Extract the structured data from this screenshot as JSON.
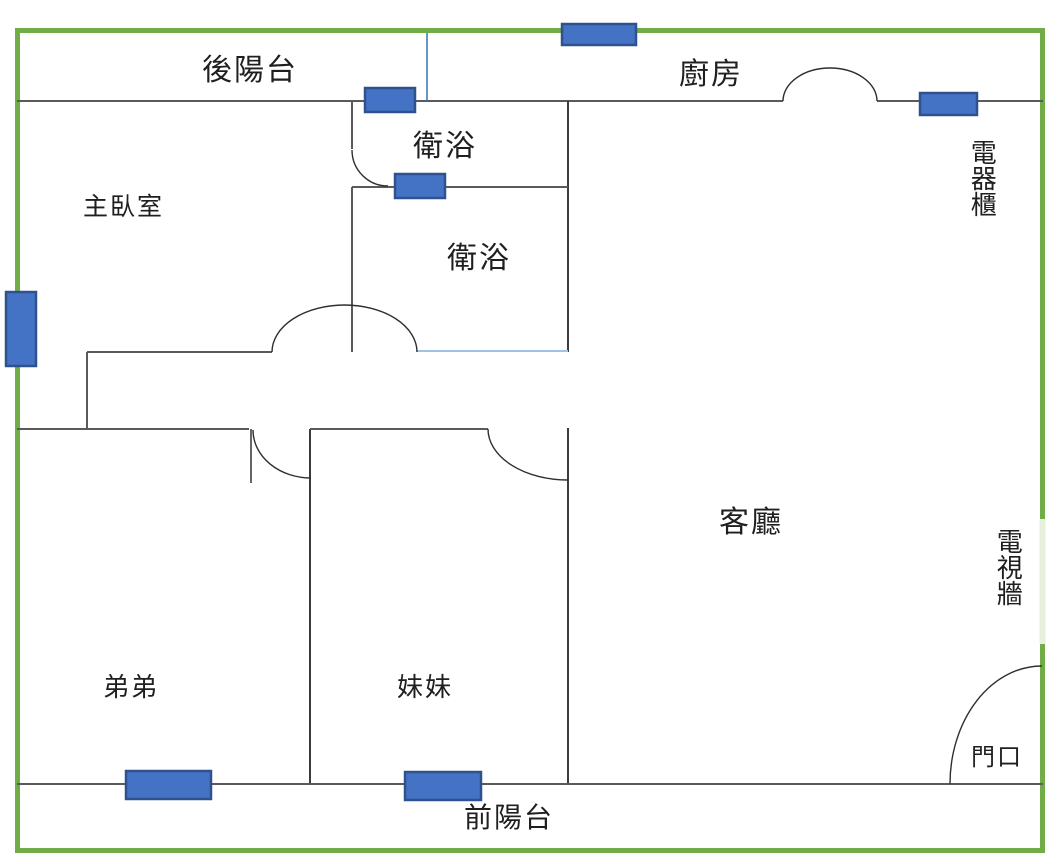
{
  "floorplan": {
    "rooms": {
      "back_balcony": "後陽台",
      "kitchen": "廚房",
      "bathroom_upper": "衛浴",
      "bathroom_lower": "衛浴",
      "master_bedroom": "主臥室",
      "appliance_cabinet": "電器櫃",
      "living_room": "客廳",
      "tv_wall": "電視牆",
      "brother_room": "弟弟",
      "sister_room": "妹妹",
      "front_balcony": "前陽台",
      "entrance": "門口"
    },
    "colors": {
      "border_green": "#70AD47",
      "window_fill": "#4472C4",
      "window_stroke": "#2F528F",
      "wall_gray": "#5a5a5a",
      "partition_blue": "#9DC3E6",
      "divider_blue": "#2E74B5"
    }
  }
}
